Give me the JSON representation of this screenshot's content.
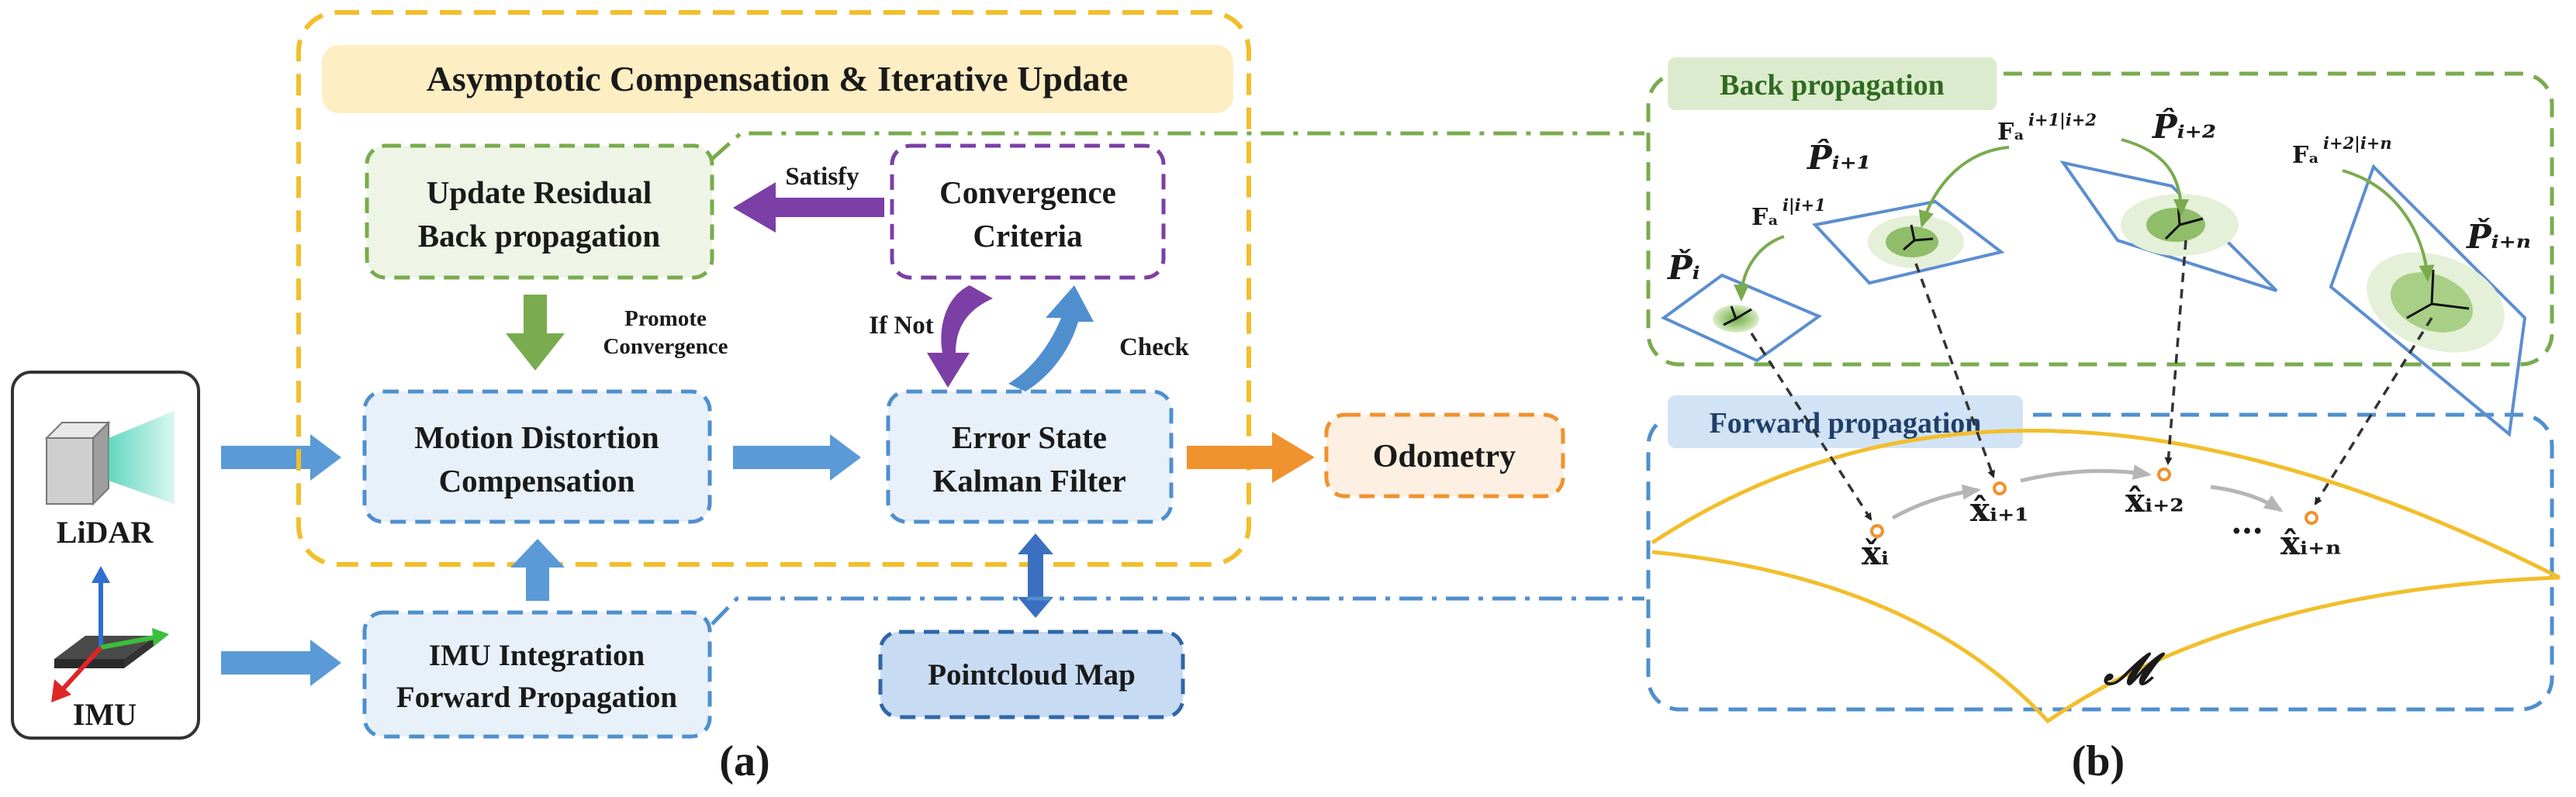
{
  "panel_a": {
    "title": "Asymptotic Compensation & Iterative Update",
    "caption": "(a)",
    "sensors": {
      "lidar": "LiDAR",
      "imu": "IMU"
    },
    "boxes": {
      "update_residual": [
        "Update Residual",
        "Back propagation"
      ],
      "convergence": [
        "Convergence",
        "Criteria"
      ],
      "motion_distortion": [
        "Motion Distortion",
        "Compensation"
      ],
      "error_state": [
        "Error State",
        "Kalman Filter"
      ],
      "odometry": "Odometry",
      "imu_integration": [
        "IMU Integration",
        "Forward Propagation"
      ],
      "pointcloud_map": "Pointcloud Map"
    },
    "arrow_labels": {
      "satisfy": "Satisfy",
      "promote": [
        "Promote",
        "Convergence"
      ],
      "if_not": "If Not",
      "check": "Check"
    }
  },
  "panel_b": {
    "caption": "(b)",
    "back_label": "Back propagation",
    "forward_label": "Forward propagation",
    "manifold": "𝓜",
    "frames": {
      "p_i": "P̌ᵢ",
      "p_i1": "P̂ᵢ₊₁",
      "p_i2": "P̂ᵢ₊₂",
      "p_in": "P̌ᵢ₊ₙ"
    },
    "transforms": {
      "f1": "𝐅ₐ",
      "f1_sup": "i|i+1",
      "f2": "𝐅ₐ",
      "f2_sup": "i+1|i+2",
      "f3": "𝐅ₐ",
      "f3_sup": "i+2|i+n"
    },
    "states": {
      "x_i": "x̌ᵢ",
      "x_i1": "x̂ᵢ₊₁",
      "x_i2": "x̂ᵢ₊₂",
      "dots": "…",
      "x_in": "x̂ᵢ₊ₙ"
    }
  },
  "colors": {
    "yellow": "#f2be2b",
    "green": "#7aab4e",
    "green_fill": "#eef5e6",
    "purple": "#7b3fa6",
    "blue": "#4f8fce",
    "blue_fill": "#e8f1fa",
    "dark_blue": "#2f67a6",
    "orange": "#f0922d",
    "orange_fill": "#fdf0e2"
  }
}
